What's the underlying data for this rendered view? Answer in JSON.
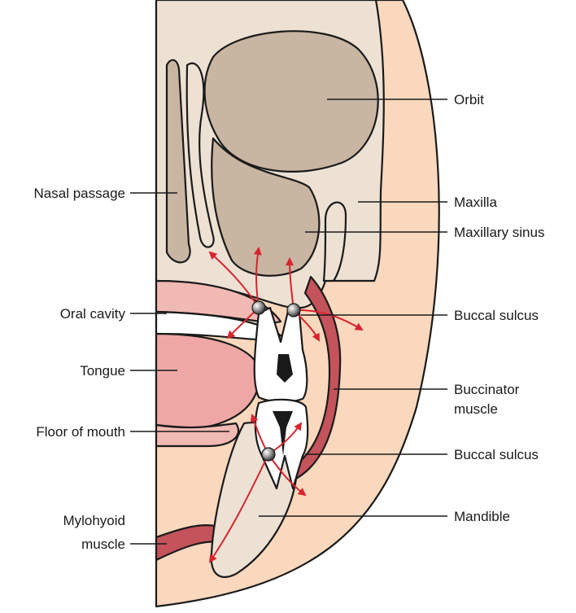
{
  "colors": {
    "skin": "#f9d8bd",
    "bone_light": "#ede1d4",
    "bone_dark": "#c8b5a2",
    "soft_pink": "#f1b9b3",
    "tongue": "#efa7a5",
    "muscle": "#c4535b",
    "arrow": "#d9232e",
    "tooth": "#ffffff",
    "line": "#1a1a1a"
  },
  "labels": {
    "orbit": "Orbit",
    "nasal_passage": "Nasal passage",
    "maxilla": "Maxilla",
    "maxillary_sinus": "Maxillary sinus",
    "oral_cavity": "Oral cavity",
    "buccal_sulcus_upper": "Buccal sulcus",
    "tongue": "Tongue",
    "buccinator_line1": "Buccinator",
    "buccinator_line2": "muscle",
    "floor_of_mouth": "Floor of mouth",
    "buccal_sulcus_lower": "Buccal sulcus",
    "mylohyoid_line1": "Mylohyoid",
    "mylohyoid_line2": "muscle",
    "mandible": "Mandible"
  }
}
